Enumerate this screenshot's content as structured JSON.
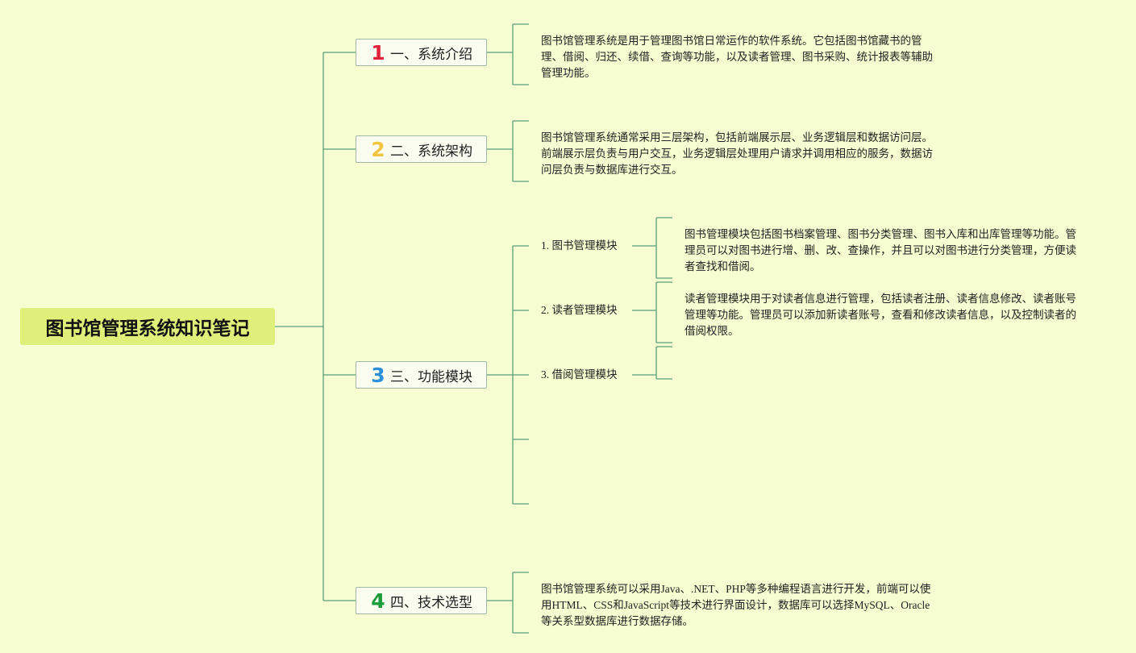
{
  "root": {
    "title": "图书馆管理系统知识笔记"
  },
  "branches": [
    {
      "number": "1",
      "number_color": "#e0213a",
      "label": "一、系统介绍",
      "note": "图书馆管理系统是用于管理图书馆日常运作的软件系统。它包括图书馆藏书的管理、借阅、归还、续借、查询等功能，以及读者管理、图书采购、统计报表等辅助管理功能。"
    },
    {
      "number": "2",
      "number_color": "#f2c440",
      "label": "二、系统架构",
      "note": "图书馆管理系统通常采用三层架构，包括前端展示层、业务逻辑层和数据访问层。前端展示层负责与用户交互，业务逻辑层处理用户请求并调用相应的服务，数据访问层负责与数据库进行交互。"
    },
    {
      "number": "3",
      "number_color": "#2c8fd8",
      "label": "三、功能模块",
      "children": [
        {
          "label": "1. 图书管理模块",
          "note": "图书管理模块包括图书档案管理、图书分类管理、图书入库和出库管理等功能。管理员可以对图书进行增、删、改、查操作，并且可以对图书进行分类管理，方便读者查找和借阅。"
        },
        {
          "label": "2. 读者管理模块",
          "note": "读者管理模块用于对读者信息进行管理，包括读者注册、读者信息修改、读者账号管理等功能。管理员可以添加新读者账号，查看和修改读者信息，以及控制读者的借阅权限。"
        },
        {
          "label": "3. 借阅管理模块",
          "note": ""
        }
      ]
    },
    {
      "number": "4",
      "number_color": "#1c9b3a",
      "label": "四、技术选型",
      "note": "图书馆管理系统可以采用Java、.NET、PHP等多种编程语言进行开发，前端可以使用HTML、CSS和JavaScript等技术进行界面设计，数据库可以选择MySQL、Oracle等关系型数据库进行数据存储。"
    }
  ],
  "colors": {
    "background": "#f5fdd1",
    "root_fill": "#dff07a",
    "connector": "#5aa07c"
  }
}
